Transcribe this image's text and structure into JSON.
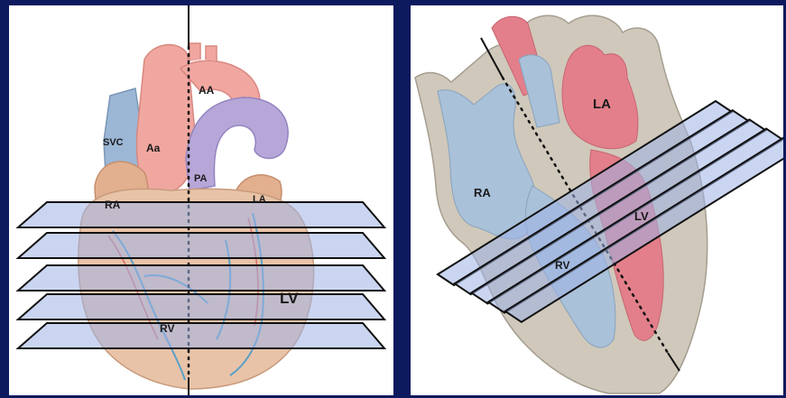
{
  "left_panel": {
    "labels": {
      "svc": "SVC",
      "aa_upper": "AA",
      "aa_lower": "Aa",
      "pa": "PA",
      "ra": "RA",
      "la": "LA",
      "lv": "LV",
      "rv": "RV"
    },
    "plane_count": 5
  },
  "right_panel": {
    "labels": {
      "la": "LA",
      "ra": "RA",
      "lv": "LV",
      "rv": "RV"
    },
    "plane_count": 5
  },
  "colors": {
    "background": "#0d1a5e",
    "plane_fill": "#9fb3e6",
    "plane_stroke": "#111111",
    "aorta": "#f0a7a0",
    "pulmonary": "#b7a7d8",
    "vena_cava": "#9cb7d6",
    "myocardium": "#e8c3a8",
    "wall": "#cfc8bb",
    "left_chambers": "#e27f8a",
    "right_chambers": "#a9c1d9"
  }
}
